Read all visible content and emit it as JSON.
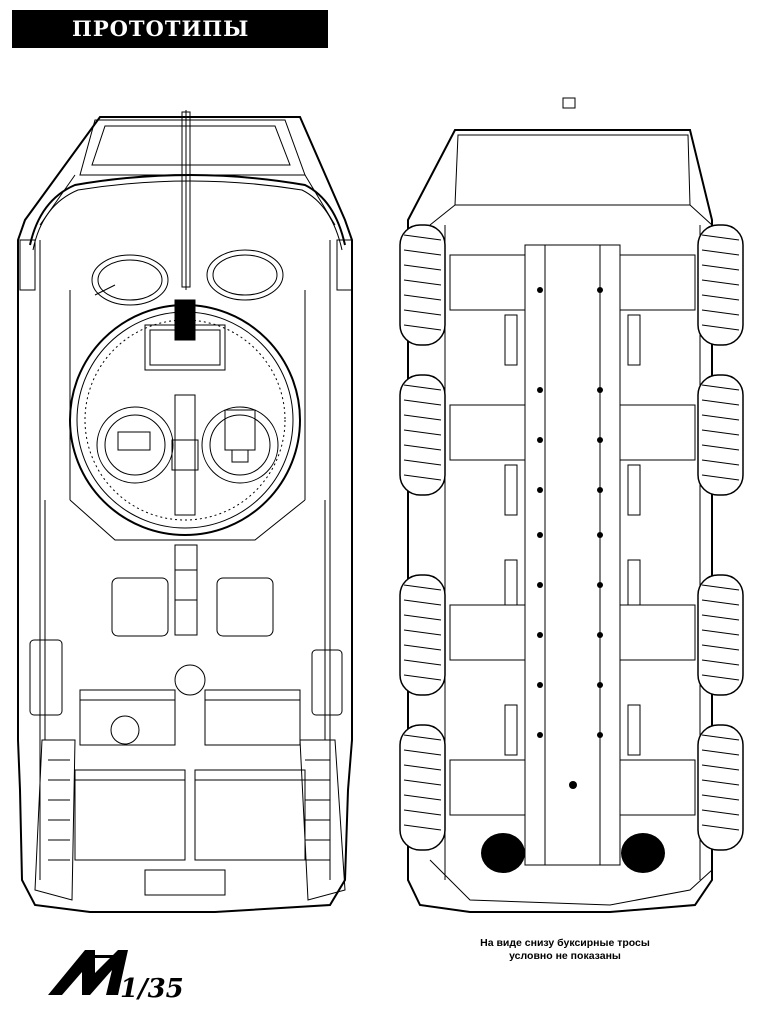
{
  "header": {
    "title": "ПРОТОТИПЫ"
  },
  "caption": {
    "line1": "На виде снизу буксирные тросы",
    "line2": "условно не показаны"
  },
  "scale": {
    "label": "1/35"
  },
  "logo": {
    "letter": "M"
  }
}
